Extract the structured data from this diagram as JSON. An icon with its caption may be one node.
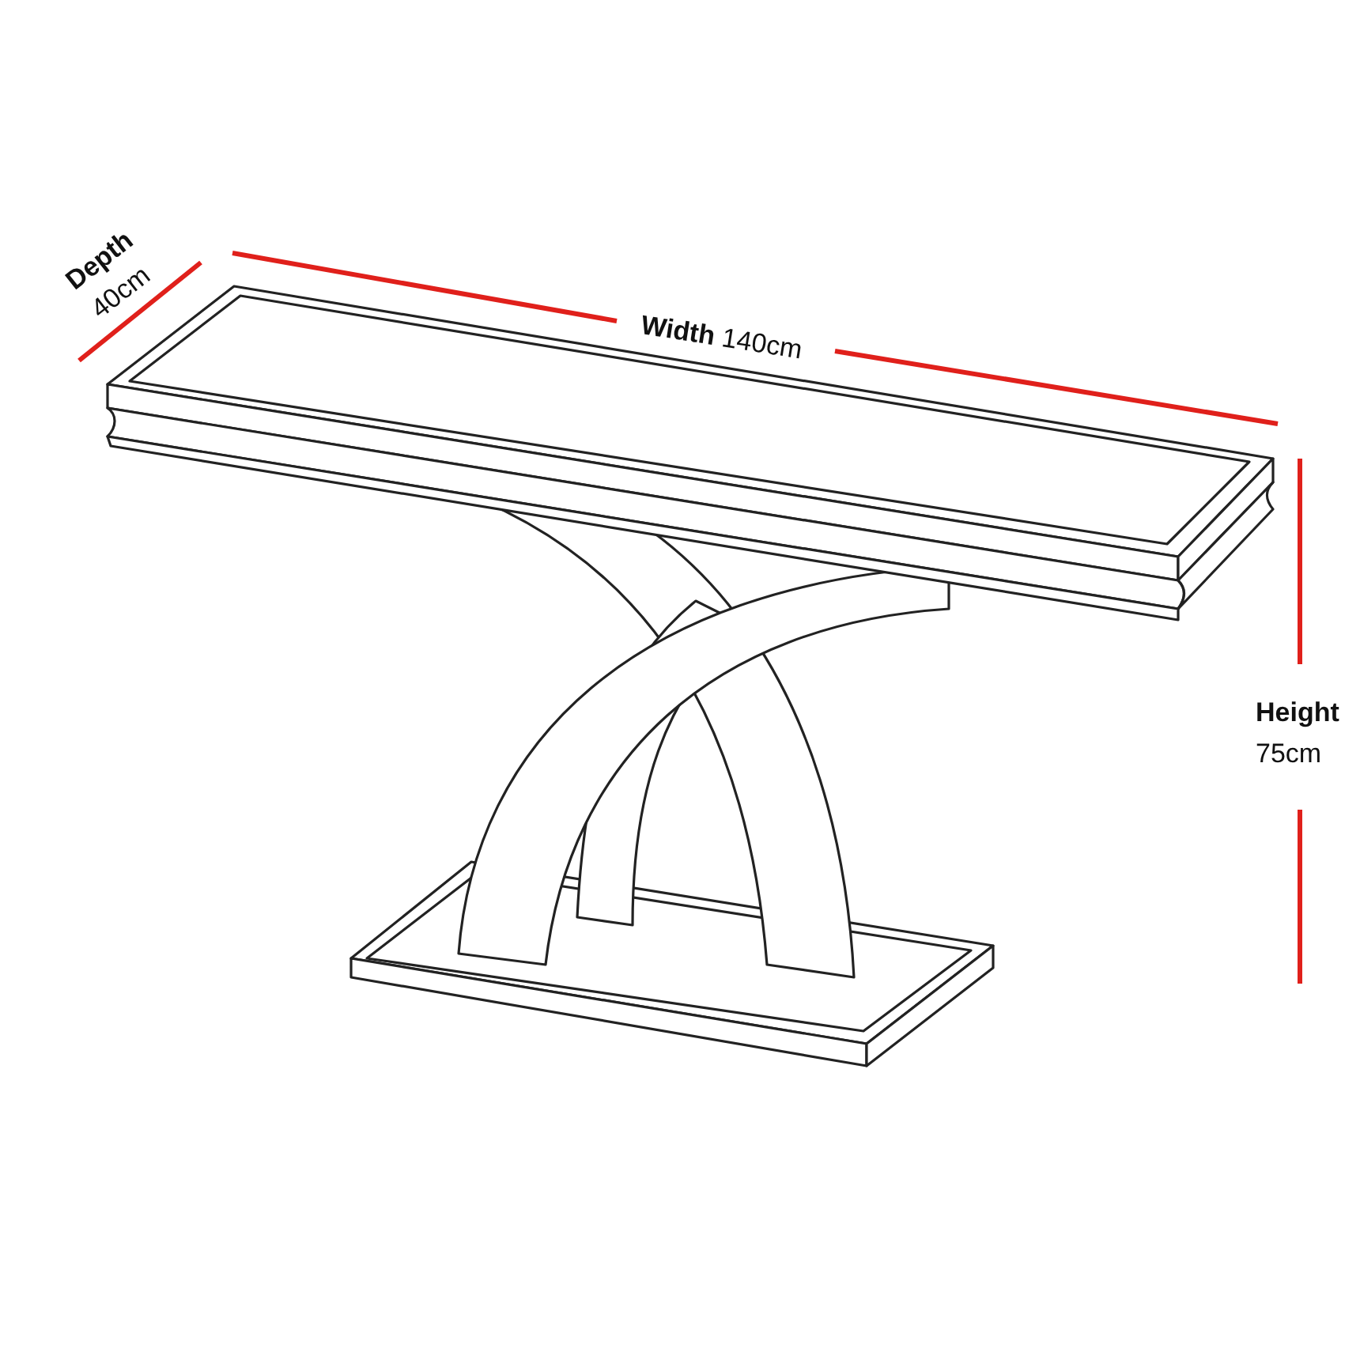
{
  "diagram": {
    "labels": [
      "Depth",
      "40cm",
      "**Width** 140cm",
      "Height",
      "75cm"
    ]
  }
}
